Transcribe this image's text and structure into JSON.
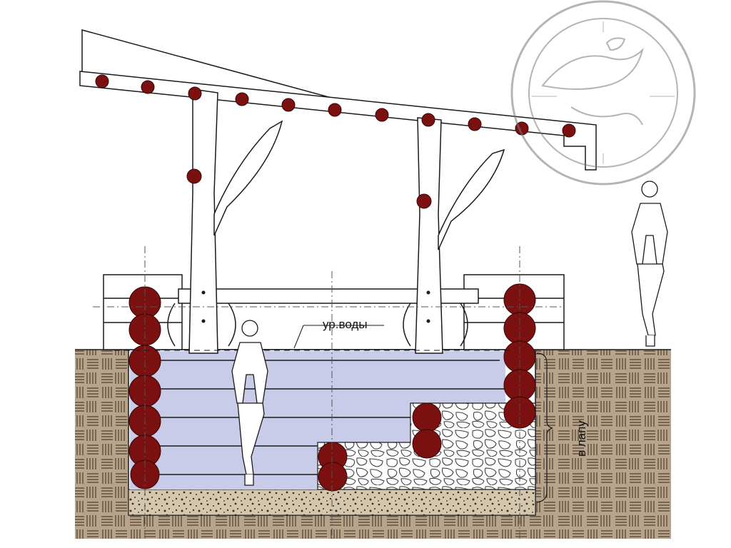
{
  "labels": {
    "water_level": "ур.воды",
    "joint_type": "в лапу"
  },
  "icons": {
    "seal": "circular-seal-with-bird-emblem",
    "people": "standing-person-figure"
  },
  "colors": {
    "log_end": "#7a1010",
    "water": "#c9cce8",
    "soil": "#b8a48a",
    "gravel_bed": "#d4c7ad",
    "stone_fill": "#ffffff",
    "lines": "#1a1a1a"
  }
}
